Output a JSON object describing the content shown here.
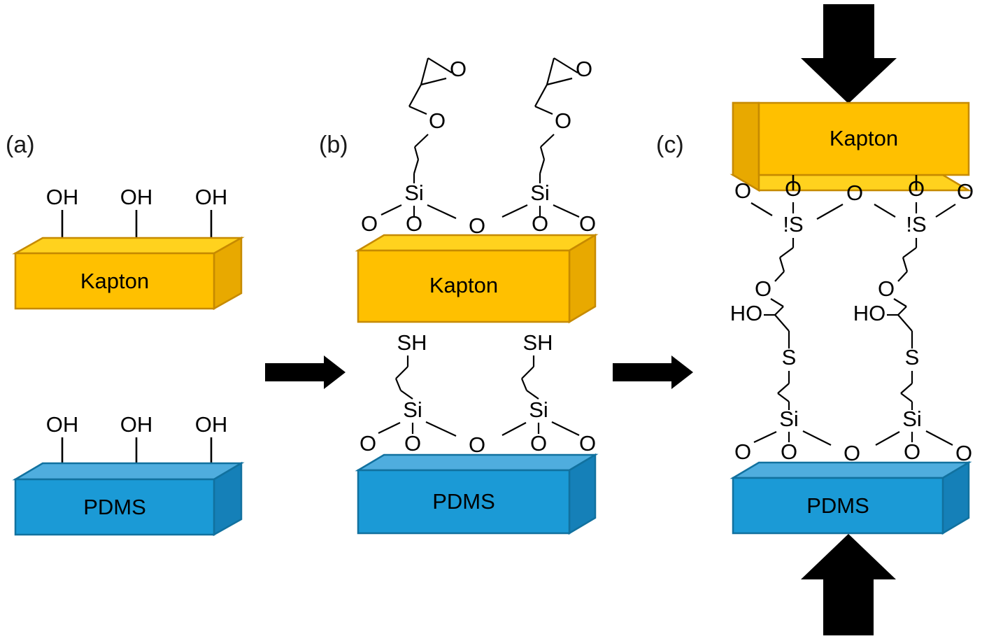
{
  "figure": {
    "type": "schematic-diagram",
    "subject": "Surface silanization and thiol-epoxy bonding of Kapton to PDMS",
    "background_color": "#ffffff"
  },
  "colors": {
    "kapton_front": "#FFC000",
    "kapton_top": "#FFD21E",
    "kapton_side": "#E8A900",
    "kapton_stroke": "#C68A00",
    "pdms_front": "#1B9AD6",
    "pdms_top": "#4FADDE",
    "pdms_side": "#1580B8",
    "pdms_stroke": "#11719F",
    "arrow_black": "#000000",
    "bond_black": "#000000"
  },
  "panels": [
    {
      "id": "a",
      "label": "(a)",
      "caption_text": "(a)",
      "slabs": [
        {
          "name": "kapton",
          "label": "Kapton",
          "material": "kapton",
          "orientation": "top-face-up"
        },
        {
          "name": "pdms",
          "label": "PDMS",
          "material": "pdms",
          "orientation": "top-face-up"
        }
      ],
      "kapton_groups": [
        "OH",
        "OH",
        "OH"
      ],
      "pdms_groups": [
        "OH",
        "OH",
        "OH"
      ]
    },
    {
      "id": "b",
      "label": "(b)",
      "caption_text": "(b)",
      "slabs": [
        {
          "name": "kapton",
          "label": "Kapton",
          "material": "kapton",
          "orientation": "top-face-up"
        },
        {
          "name": "pdms",
          "label": "PDMS",
          "material": "pdms",
          "orientation": "top-face-up"
        }
      ],
      "kapton_surface_atoms": [
        "O",
        "O",
        "O",
        "O",
        "O"
      ],
      "kapton_silicon_atoms": [
        "Si",
        "Si"
      ],
      "kapton_chain_atoms": [
        "O",
        "O"
      ],
      "kapton_terminal_group": "epoxide-ring",
      "kapton_terminal_atoms": [
        "O",
        "O"
      ],
      "pdms_surface_atoms": [
        "O",
        "O",
        "O",
        "O",
        "O"
      ],
      "pdms_silicon_atoms": [
        "Si",
        "Si"
      ],
      "pdms_terminal_groups": [
        "SH",
        "SH"
      ]
    },
    {
      "id": "c",
      "label": "(c)",
      "caption_text": "(c)",
      "slabs": [
        {
          "name": "kapton",
          "label": "Kapton",
          "material": "kapton",
          "orientation": "flipped"
        },
        {
          "name": "pdms",
          "label": "PDMS",
          "material": "pdms",
          "orientation": "top-face-up"
        }
      ],
      "kapton_surface_atoms": [
        "O",
        "O",
        "O",
        "O",
        "O"
      ],
      "kapton_silicon_atoms": [
        "!S",
        "!S"
      ],
      "kapton_ether_atoms": [
        "O",
        "O"
      ],
      "hydroxyl_groups": [
        "HO",
        "HO"
      ],
      "sulfur_atoms": [
        "S",
        "S"
      ],
      "pdms_silicon_atoms": [
        "Si",
        "Si"
      ],
      "pdms_surface_atoms": [
        "O",
        "O",
        "O",
        "O",
        "O"
      ],
      "press_arrows": [
        "down-arrow",
        "up-arrow"
      ]
    }
  ],
  "transition_arrows": [
    {
      "name": "arrow-a-to-b",
      "direction": "right"
    },
    {
      "name": "arrow-b-to-c",
      "direction": "right"
    }
  ],
  "labels": {
    "kapton": "Kapton",
    "pdms": "PDMS",
    "oh": "OH",
    "ho": "HO",
    "sh": "SH",
    "o": "O",
    "s": "S",
    "si": "Si",
    "si_mirrored": "!S",
    "panel_a": "(a)",
    "panel_b": "(b)",
    "panel_c": "(c)"
  }
}
